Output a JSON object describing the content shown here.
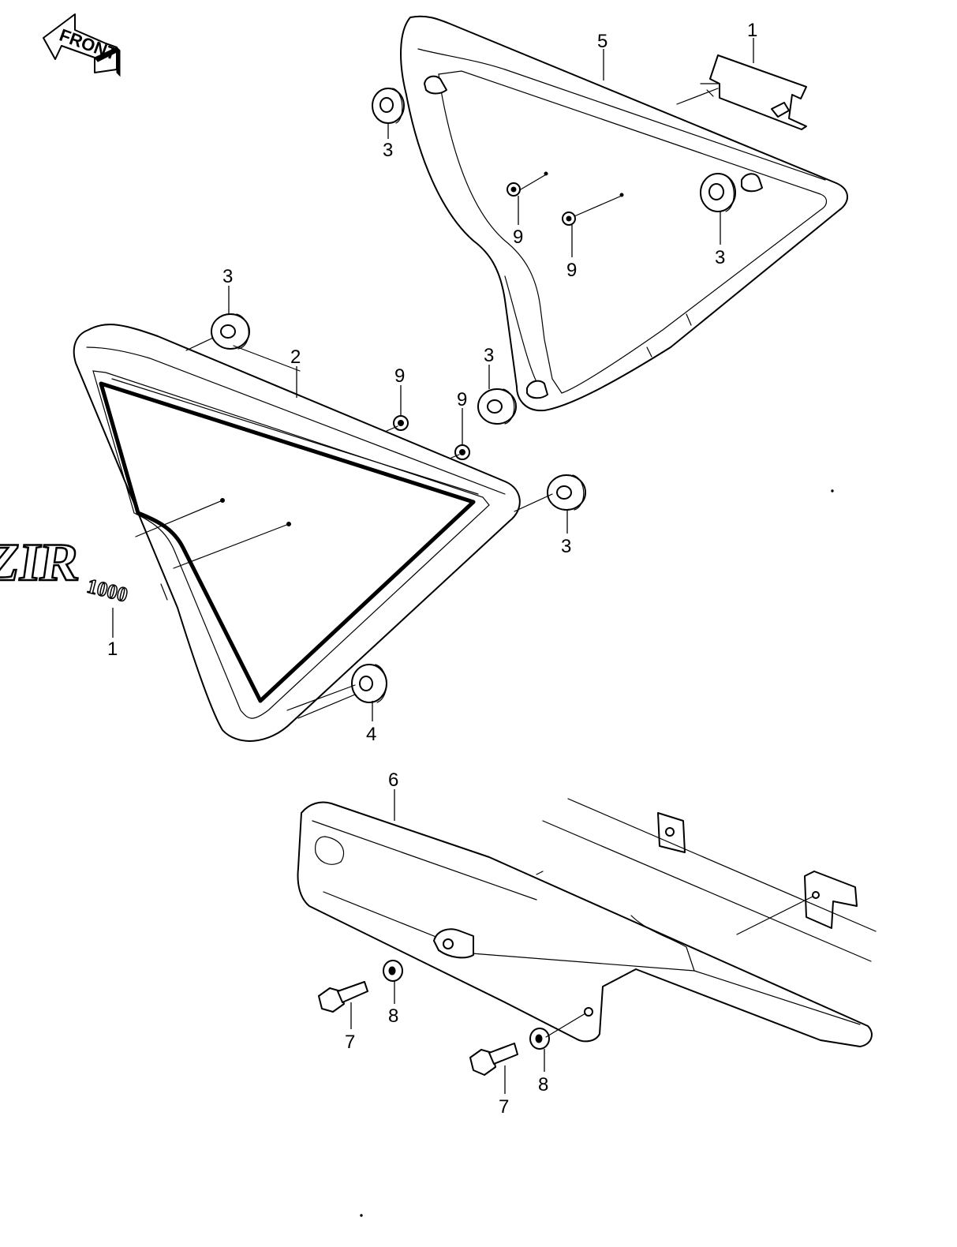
{
  "front_arrow": {
    "label": "FRONT"
  },
  "emblem": {
    "letters": "ZIR",
    "number": "1000"
  },
  "callouts": {
    "c1_top": "1",
    "c5": "5",
    "c3_upper_left": "3",
    "c9_upper_a": "9",
    "c9_upper_b": "9",
    "c3_upper_right": "3",
    "c3_left_top": "3",
    "c2": "2",
    "c3_mid": "3",
    "c9_lower_a": "9",
    "c9_lower_b": "9",
    "c3_right": "3",
    "c1_emblem": "1",
    "c4": "4",
    "c6": "6",
    "c8_left": "8",
    "c7_left": "7",
    "c8_right": "8",
    "c7_right": "7"
  }
}
